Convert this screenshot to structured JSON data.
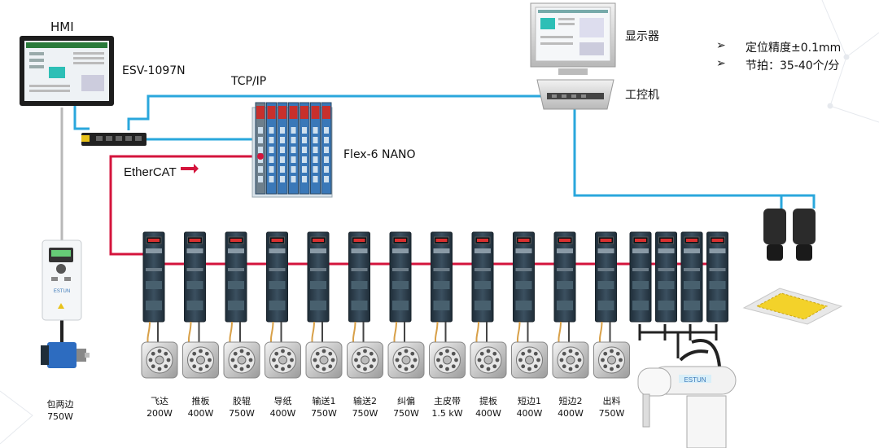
{
  "labels": {
    "hmi": "HMI",
    "hmi_model": "ESV-1097N",
    "tcpip": "TCP/IP",
    "display": "显示器",
    "ipc": "工控机",
    "controller": "Flex-6 NANO",
    "ethercat": "EtherCAT",
    "vfd_logo": "ESTUN",
    "robot_logo": "ESTUN"
  },
  "specs": [
    {
      "bullet": "➢",
      "text": "定位精度±0.1mm"
    },
    {
      "bullet": "➢",
      "text": "节拍：35-40个/分"
    }
  ],
  "packing_motor": {
    "name": "包两边",
    "power": "750W"
  },
  "servo_axes": [
    {
      "name": "飞达",
      "power": "200W"
    },
    {
      "name": "推板",
      "power": "400W"
    },
    {
      "name": "胶辊",
      "power": "750W"
    },
    {
      "name": "导纸",
      "power": "400W"
    },
    {
      "name": "输送1",
      "power": "750W"
    },
    {
      "name": "输送2",
      "power": "750W"
    },
    {
      "name": "纠偏",
      "power": "750W"
    },
    {
      "name": "主皮带",
      "power": "1.5 kW"
    },
    {
      "name": "提板",
      "power": "400W"
    },
    {
      "name": "短边1",
      "power": "400W"
    },
    {
      "name": "短边2",
      "power": "400W"
    },
    {
      "name": "出料",
      "power": "750W"
    }
  ],
  "robot_drive_count": 4,
  "colors": {
    "ethernet": "#2aa7dc",
    "ethercat": "#d4143c",
    "drive_body": "#2d3f4c",
    "module_blue": "#3a78b8",
    "module_red": "#c8302c",
    "target_yellow": "#f3d22a"
  },
  "icons": [
    "hmi-panel-icon",
    "ethernet-switch-icon",
    "industrial-pc-icon",
    "monitor-icon",
    "controller-rack-icon",
    "servo-drive-icon",
    "servo-motor-icon",
    "vfd-icon",
    "gear-motor-icon",
    "camera-icon",
    "scara-robot-icon"
  ]
}
